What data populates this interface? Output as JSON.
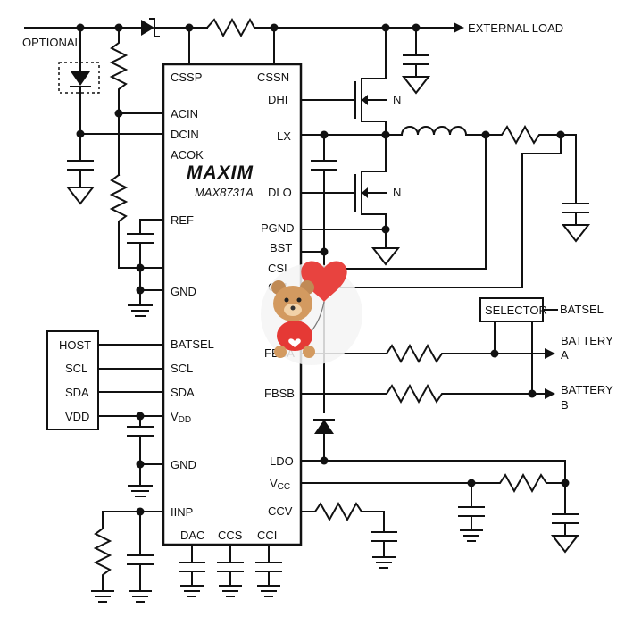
{
  "chip": {
    "logo": "MAXIM",
    "part": "MAX8731A",
    "pins_left": [
      "CSSP",
      "ACIN",
      "DCIN",
      "ACOK",
      "REF",
      "GND",
      "BATSEL",
      "SCL",
      "SDA",
      "V",
      "DD",
      "GND",
      "IINP"
    ],
    "pins_right": [
      "CSSN",
      "DHI",
      "LX",
      "DLO",
      "PGND",
      "BST",
      "CSI",
      "CSI",
      "FBSA",
      "FBSB",
      "LDO",
      "V",
      "CC",
      "CCV"
    ],
    "pins_bottom": [
      "DAC",
      "CCS",
      "CCI"
    ]
  },
  "labels": {
    "optional": "OPTIONAL",
    "external_load": "EXTERNAL LOAD",
    "n1": "N",
    "n2": "N",
    "selector": "SELECTOR",
    "batsel": "BATSEL",
    "battery_a": [
      "BATTERY",
      "A"
    ],
    "battery_b": [
      "BATTERY",
      "B"
    ]
  },
  "host": {
    "rows": [
      "HOST",
      "SCL",
      "SDA",
      "VDD"
    ]
  },
  "sticker": {
    "icon": "teddy-bear-heart-balloon-icon"
  }
}
